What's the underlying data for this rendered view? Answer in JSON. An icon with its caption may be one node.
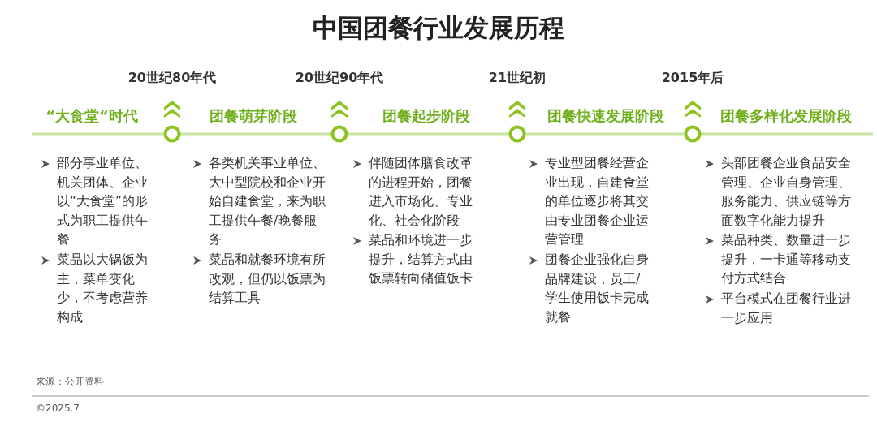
{
  "diagram": {
    "title": "中国团餐行业发展历程",
    "nodes": [
      {
        "text": [],
        "shape": "circle",
        "beside": [
          "20世纪80年代"
        ]
      },
      {
        "text": [],
        "shape": "circle",
        "beside": [
          "20世纪90年代"
        ]
      },
      {
        "text": [],
        "shape": "circle",
        "beside": [
          "21世纪初"
        ]
      },
      {
        "text": [],
        "shape": "circle",
        "beside": [
          "2015年后"
        ]
      }
    ],
    "edges": [],
    "labels": [
      "“大食堂“时代",
      "部分事业单位、机关团体、企业以“大食堂”的形式为职工提供午餐",
      "菜品以大锅饭为主，菜单变化少，不考虑营养构成",
      "团餐萌芽阶段",
      "各类机关事业单位、大中型院校和企业开始自建食堂，来为职工提供午餐/晚餐服务",
      "菜品和就餐环境有所改观，但仍以饭票为结算工具",
      "团餐起步阶段",
      "伴随团体膳食改革的进程开始，团餐进入市场化、专业化、社会化阶段",
      "菜品和环境进一步提升，结算方式由饭票转向储值饭卡",
      "团餐快速发展阶段",
      "专业型团餐经营企业出现，自建食堂的单位逐步将其交由专业团餐企业运营管理",
      "团餐企业强化自身品牌建设，员工/学生使用饭卡完成就餐",
      "团餐多样化发展阶段",
      "头部团餐企业食品安全管理、企业自身管理、服务能力、供应链等方面数字化能力提升",
      "菜品种类、数量进一步提升，一卡通等移动支付方式结合",
      "平台模式在团餐行业进一步应用",
      "来源：公开资料",
      "©2025.7"
    ]
  }
}
